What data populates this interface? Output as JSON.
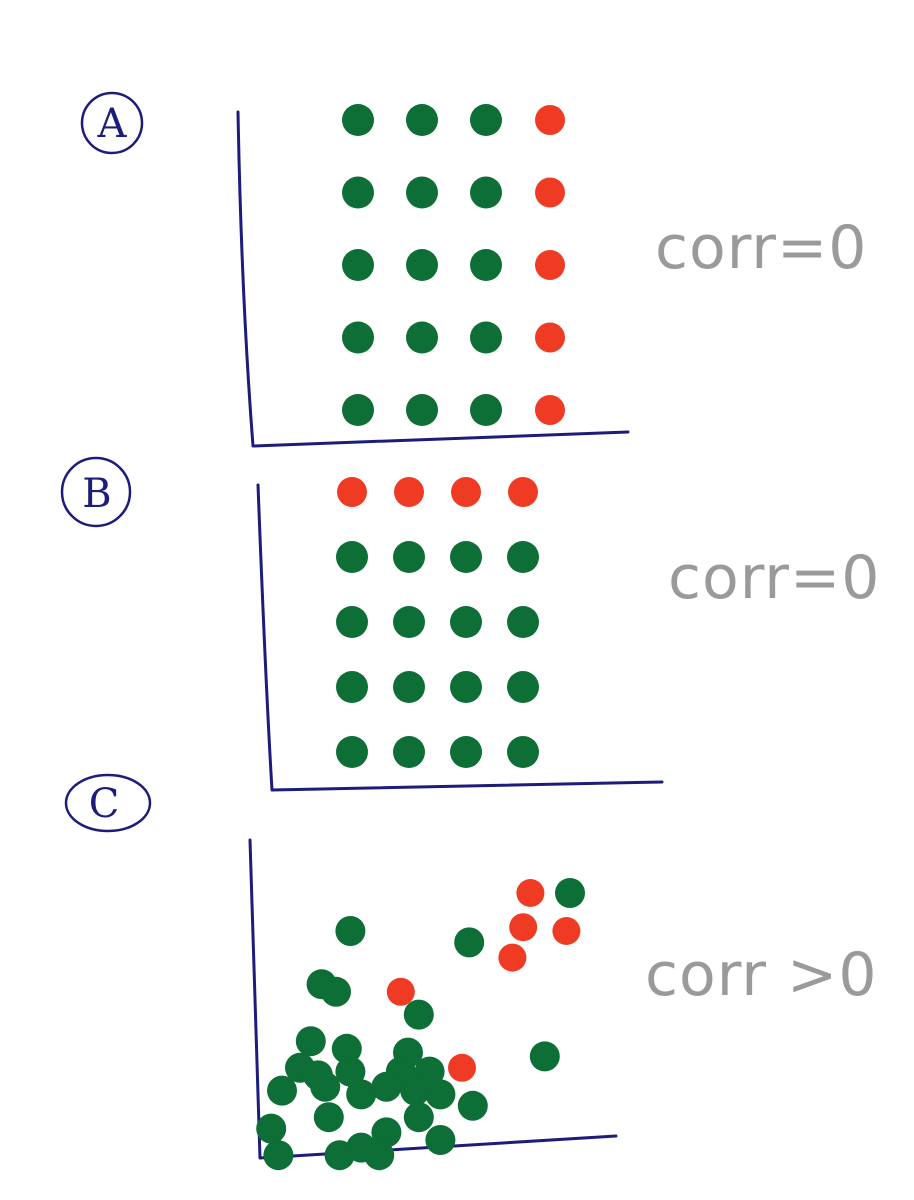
{
  "colors": {
    "green": "#0d6e36",
    "red": "#ef3b24",
    "axis": "#1c1c7a",
    "annotation": "#9a9a9a"
  },
  "panels": [
    {
      "badge": "A",
      "annotation": "corr=0",
      "points": [
        {
          "x": 1,
          "y": 5,
          "c": "green"
        },
        {
          "x": 2,
          "y": 5,
          "c": "green"
        },
        {
          "x": 3,
          "y": 5,
          "c": "green"
        },
        {
          "x": 4,
          "y": 5,
          "c": "red"
        },
        {
          "x": 1,
          "y": 4,
          "c": "green"
        },
        {
          "x": 2,
          "y": 4,
          "c": "green"
        },
        {
          "x": 3,
          "y": 4,
          "c": "green"
        },
        {
          "x": 4,
          "y": 4,
          "c": "red"
        },
        {
          "x": 1,
          "y": 3,
          "c": "green"
        },
        {
          "x": 2,
          "y": 3,
          "c": "green"
        },
        {
          "x": 3,
          "y": 3,
          "c": "green"
        },
        {
          "x": 4,
          "y": 3,
          "c": "red"
        },
        {
          "x": 1,
          "y": 2,
          "c": "green"
        },
        {
          "x": 2,
          "y": 2,
          "c": "green"
        },
        {
          "x": 3,
          "y": 2,
          "c": "green"
        },
        {
          "x": 4,
          "y": 2,
          "c": "red"
        },
        {
          "x": 1,
          "y": 1,
          "c": "green"
        },
        {
          "x": 2,
          "y": 1,
          "c": "green"
        },
        {
          "x": 3,
          "y": 1,
          "c": "green"
        },
        {
          "x": 4,
          "y": 1,
          "c": "red"
        }
      ]
    },
    {
      "badge": "B",
      "annotation": "corr=0",
      "points": [
        {
          "x": 1,
          "y": 5,
          "c": "red"
        },
        {
          "x": 2,
          "y": 5,
          "c": "red"
        },
        {
          "x": 3,
          "y": 5,
          "c": "red"
        },
        {
          "x": 4,
          "y": 5,
          "c": "red"
        },
        {
          "x": 1,
          "y": 4,
          "c": "green"
        },
        {
          "x": 2,
          "y": 4,
          "c": "green"
        },
        {
          "x": 3,
          "y": 4,
          "c": "green"
        },
        {
          "x": 4,
          "y": 4,
          "c": "green"
        },
        {
          "x": 1,
          "y": 3,
          "c": "green"
        },
        {
          "x": 2,
          "y": 3,
          "c": "green"
        },
        {
          "x": 3,
          "y": 3,
          "c": "green"
        },
        {
          "x": 4,
          "y": 3,
          "c": "green"
        },
        {
          "x": 1,
          "y": 2,
          "c": "green"
        },
        {
          "x": 2,
          "y": 2,
          "c": "green"
        },
        {
          "x": 3,
          "y": 2,
          "c": "green"
        },
        {
          "x": 4,
          "y": 2,
          "c": "green"
        },
        {
          "x": 1,
          "y": 1,
          "c": "green"
        },
        {
          "x": 2,
          "y": 1,
          "c": "green"
        },
        {
          "x": 3,
          "y": 1,
          "c": "green"
        },
        {
          "x": 4,
          "y": 1,
          "c": "green"
        }
      ]
    },
    {
      "badge": "C",
      "annotation": "corr >0",
      "points": [
        {
          "x": 7.4,
          "y": 7.5,
          "c": "red"
        },
        {
          "x": 8.5,
          "y": 7.5,
          "c": "green"
        },
        {
          "x": 7.2,
          "y": 6.6,
          "c": "red"
        },
        {
          "x": 8.4,
          "y": 6.5,
          "c": "red"
        },
        {
          "x": 2.4,
          "y": 6.5,
          "c": "green"
        },
        {
          "x": 5.7,
          "y": 6.2,
          "c": "green"
        },
        {
          "x": 6.9,
          "y": 5.8,
          "c": "red"
        },
        {
          "x": 1.6,
          "y": 5.1,
          "c": "green"
        },
        {
          "x": 2.0,
          "y": 4.9,
          "c": "green"
        },
        {
          "x": 3.8,
          "y": 4.9,
          "c": "red"
        },
        {
          "x": 4.3,
          "y": 4.3,
          "c": "green"
        },
        {
          "x": 1.3,
          "y": 3.6,
          "c": "green"
        },
        {
          "x": 2.3,
          "y": 3.4,
          "c": "green"
        },
        {
          "x": 4.0,
          "y": 3.3,
          "c": "green"
        },
        {
          "x": 7.8,
          "y": 3.2,
          "c": "green"
        },
        {
          "x": 1.0,
          "y": 2.9,
          "c": "green"
        },
        {
          "x": 1.5,
          "y": 2.7,
          "c": "green"
        },
        {
          "x": 2.4,
          "y": 2.8,
          "c": "green"
        },
        {
          "x": 3.8,
          "y": 2.8,
          "c": "green"
        },
        {
          "x": 4.6,
          "y": 2.8,
          "c": "green"
        },
        {
          "x": 5.5,
          "y": 2.9,
          "c": "red"
        },
        {
          "x": 0.5,
          "y": 2.3,
          "c": "green"
        },
        {
          "x": 1.7,
          "y": 2.4,
          "c": "green"
        },
        {
          "x": 2.7,
          "y": 2.2,
          "c": "green"
        },
        {
          "x": 3.4,
          "y": 2.4,
          "c": "green"
        },
        {
          "x": 4.2,
          "y": 2.3,
          "c": "green"
        },
        {
          "x": 4.9,
          "y": 2.2,
          "c": "green"
        },
        {
          "x": 5.8,
          "y": 1.9,
          "c": "green"
        },
        {
          "x": 1.8,
          "y": 1.6,
          "c": "green"
        },
        {
          "x": 4.3,
          "y": 1.6,
          "c": "green"
        },
        {
          "x": 0.2,
          "y": 1.3,
          "c": "green"
        },
        {
          "x": 3.4,
          "y": 1.2,
          "c": "green"
        },
        {
          "x": 0.4,
          "y": 0.6,
          "c": "green"
        },
        {
          "x": 2.1,
          "y": 0.6,
          "c": "green"
        },
        {
          "x": 3.2,
          "y": 0.6,
          "c": "green"
        },
        {
          "x": 4.9,
          "y": 1.0,
          "c": "green"
        },
        {
          "x": 2.7,
          "y": 0.8,
          "c": "green"
        }
      ]
    }
  ]
}
